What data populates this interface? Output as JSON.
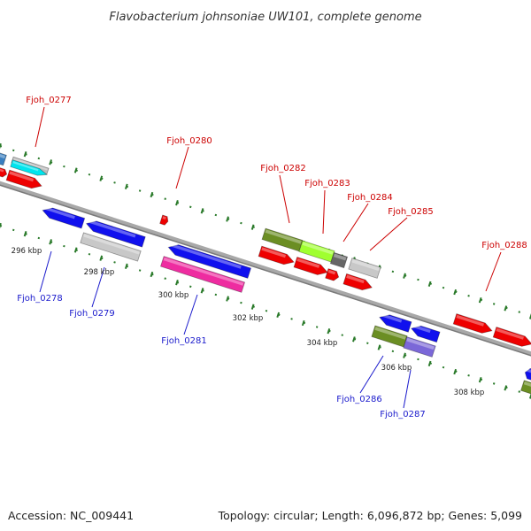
{
  "title": "Flavobacterium johnsoniae UW101, complete genome",
  "footer": {
    "accession": "Accession: NC_009441",
    "summary": "Topology: circular; Length: 6,096,872 bp; Genes: 5,099"
  },
  "scale": {
    "ticks": [
      {
        "label": "296 kbp"
      },
      {
        "label": "298 kbp"
      },
      {
        "label": "300 kbp"
      },
      {
        "label": "302 kbp"
      },
      {
        "label": "304 kbp"
      },
      {
        "label": "306 kbp"
      },
      {
        "label": "308 kbp"
      }
    ]
  },
  "colors": {
    "forward_label": "#cc0000",
    "reverse_label": "#1a1acc",
    "backbone": "#808080",
    "tick_mark": "#2a7a2a"
  },
  "genes": [
    {
      "label": "Fjoh_0277",
      "strand": "forward"
    },
    {
      "label": "Fjoh_0278",
      "strand": "reverse"
    },
    {
      "label": "Fjoh_0279",
      "strand": "reverse"
    },
    {
      "label": "Fjoh_0280",
      "strand": "forward"
    },
    {
      "label": "Fjoh_0281",
      "strand": "reverse"
    },
    {
      "label": "Fjoh_0282",
      "strand": "forward"
    },
    {
      "label": "Fjoh_0283",
      "strand": "forward"
    },
    {
      "label": "Fjoh_0284",
      "strand": "forward"
    },
    {
      "label": "Fjoh_0285",
      "strand": "forward"
    },
    {
      "label": "Fjoh_0286",
      "strand": "reverse"
    },
    {
      "label": "Fjoh_0287",
      "strand": "reverse"
    },
    {
      "label": "Fjoh_0288",
      "strand": "forward"
    }
  ]
}
